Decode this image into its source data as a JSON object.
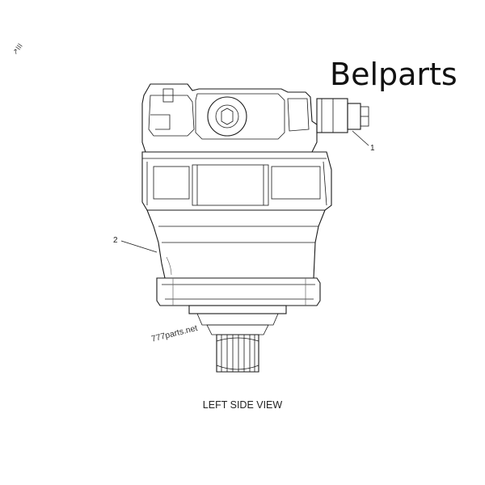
{
  "brand": {
    "text": "Belparts"
  },
  "view_label": "LEFT SIDE VIEW",
  "watermark": "777parts.net",
  "corner_mark": "↗III",
  "callouts": [
    {
      "label": "1"
    },
    {
      "label": "2"
    }
  ]
}
